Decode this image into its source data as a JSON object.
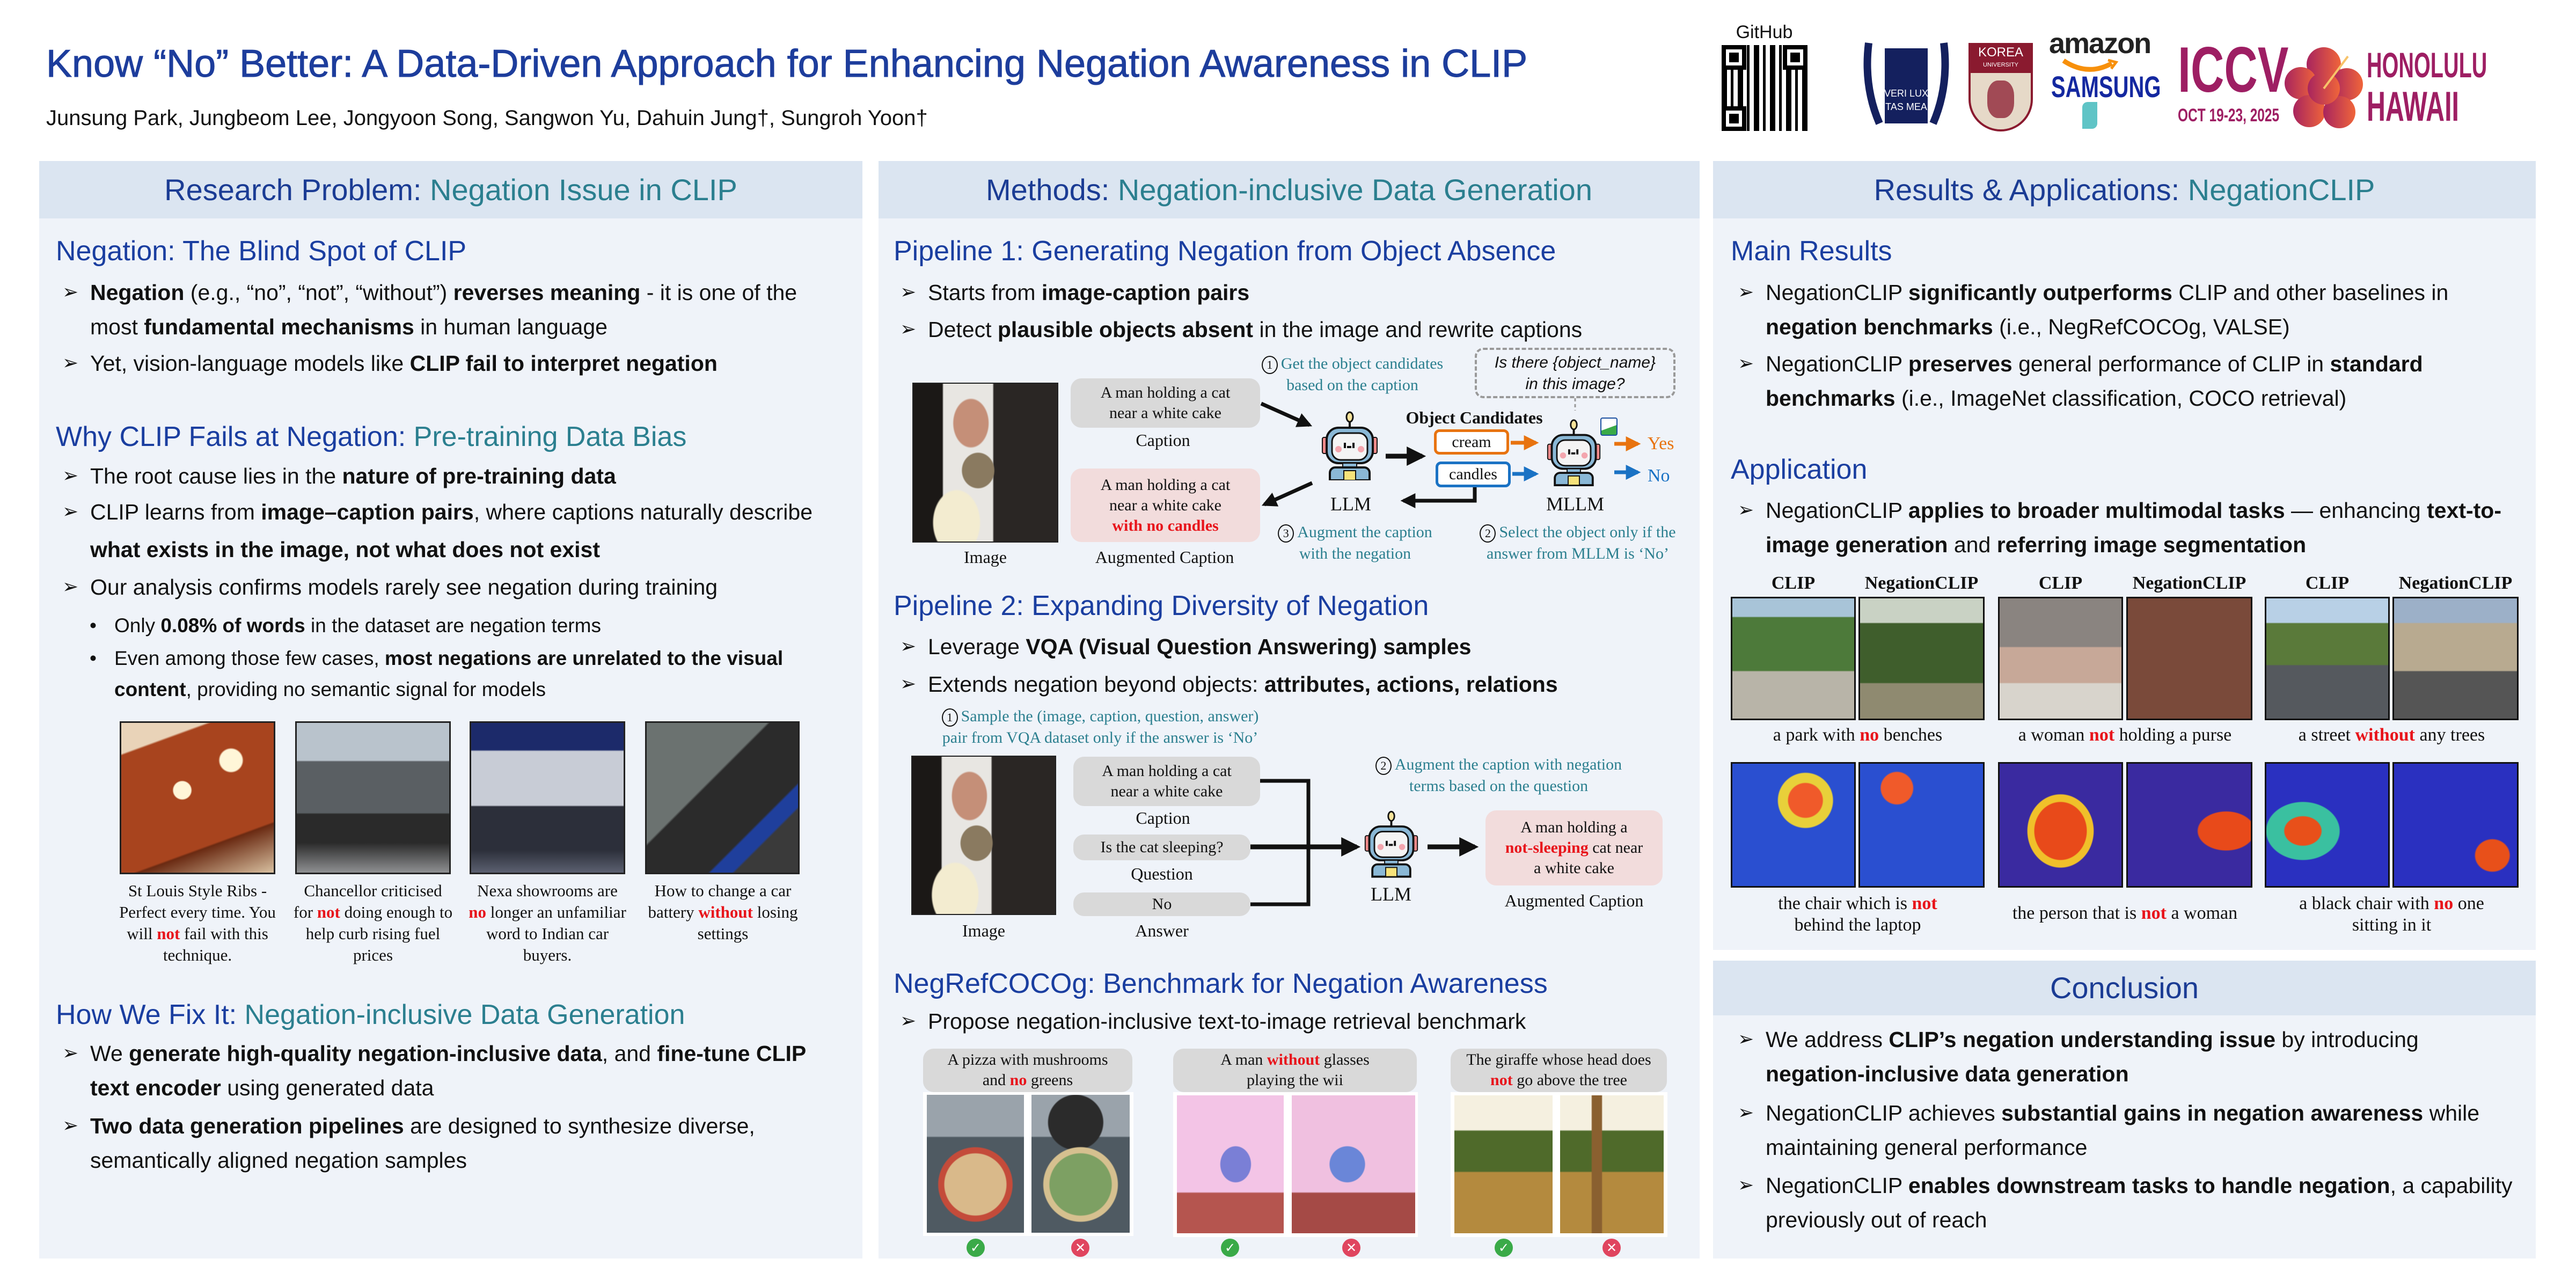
{
  "header": {
    "title": "Know “No” Better: A Data-Driven Approach for Enhancing Negation Awareness in CLIP",
    "authors": "Junsung Park, Jungbeom Lee, Jongyoon Song, Sangwon Yu, Dahuin Jung†, Sungroh Yoon†",
    "github_label": "GitHub",
    "logos": {
      "snu": "VERI LUX TAS MEA",
      "korea": "KOREA",
      "korea_sub": "UNIVERSITY",
      "amazon": "amazon",
      "samsung": "SAMSUNG",
      "iccv": "ICCV",
      "iccv_date": "OCT 19-23, 2025",
      "city": "HONOLULU",
      "state": "HAWAII"
    }
  },
  "colors": {
    "title_blue": "#1d3d9c",
    "teal": "#2b7f8f",
    "negation_red": "#e8141b",
    "panel_bg": "#eff3f9",
    "band_bg": "#dbe5f1",
    "check_green": "#3aaa48",
    "cross_red": "#e0455f",
    "cream_orange": "#e8730f",
    "candles_blue": "#1a72c4"
  },
  "col1": {
    "band": {
      "a": "Research Problem: ",
      "b": "Negation Issue in CLIP"
    },
    "s1": {
      "heading": "Negation: The Blind Spot of CLIP",
      "bullets": [
        [
          [
            "Negation",
            "b"
          ],
          [
            " (e.g., “no”, “not”, “without”) ",
            ""
          ],
          [
            "reverses meaning",
            "b"
          ],
          [
            " - it is one of the most ",
            ""
          ],
          [
            "fundamental mechanisms",
            "b"
          ],
          [
            " in human language",
            ""
          ]
        ],
        [
          [
            "Yet, vision-language models like ",
            ""
          ],
          [
            "CLIP fail to interpret negation",
            "b"
          ]
        ]
      ]
    },
    "s2": {
      "heading_a": "Why CLIP Fails at Negation: ",
      "heading_b": "Pre-training Data Bias",
      "bullets": [
        [
          [
            "The root cause lies in the ",
            ""
          ],
          [
            "nature of pre-training data",
            "b"
          ]
        ],
        [
          [
            "CLIP learns from ",
            ""
          ],
          [
            "image–caption pairs",
            "b"
          ],
          [
            ", where captions naturally describe ",
            ""
          ],
          [
            "what exists in the image, not what does not exist",
            "b"
          ]
        ],
        [
          [
            "Our analysis confirms models rarely see negation during training",
            ""
          ]
        ]
      ],
      "sub_bullets": [
        [
          [
            "Only ",
            ""
          ],
          [
            "0.08% of words",
            "b"
          ],
          [
            " in the dataset are negation terms",
            ""
          ]
        ],
        [
          [
            "Even among those few cases, ",
            ""
          ],
          [
            "most negations are unrelated to the visual content",
            "b"
          ],
          [
            ", providing no semantic signal for models",
            ""
          ]
        ]
      ],
      "examples": [
        [
          [
            "St Louis Style Ribs - Perfect every time. You will ",
            ""
          ],
          [
            "not",
            "r"
          ],
          [
            " fail with this technique.",
            ""
          ]
        ],
        [
          [
            "Chancellor criticised for ",
            ""
          ],
          [
            "not",
            "r"
          ],
          [
            " doing enough to help curb rising fuel prices",
            ""
          ]
        ],
        [
          [
            "Nexa showrooms are ",
            ""
          ],
          [
            "no",
            "r"
          ],
          [
            " longer an unfamiliar word to Indian car buyers.",
            ""
          ]
        ],
        [
          [
            "How to change a car battery ",
            ""
          ],
          [
            "without",
            "r"
          ],
          [
            " losing settings",
            ""
          ]
        ]
      ]
    },
    "s3": {
      "heading_a": "How We Fix It: ",
      "heading_b": "Negation-inclusive Data Generation",
      "bullets": [
        [
          [
            "We ",
            ""
          ],
          [
            "generate high-quality negation-inclusive data",
            "b"
          ],
          [
            ", and ",
            ""
          ],
          [
            "fine-tune CLIP text encoder",
            "b"
          ],
          [
            " using generated data",
            ""
          ]
        ],
        [
          [
            "Two data generation pipelines",
            "b"
          ],
          [
            " are designed to synthesize diverse, semantically aligned negation samples",
            ""
          ]
        ]
      ]
    }
  },
  "col2": {
    "band": {
      "a": "Methods: ",
      "b": "Negation-inclusive Data Generation"
    },
    "p1": {
      "heading": "Pipeline 1: Generating Negation from Object Absence",
      "bullets": [
        [
          [
            "Starts from ",
            ""
          ],
          [
            "image-caption pairs",
            "b"
          ]
        ],
        [
          [
            "Detect ",
            ""
          ],
          [
            "plausible objects absent",
            "b"
          ],
          [
            " in the image and rewrite captions",
            ""
          ]
        ]
      ],
      "diagram": {
        "image_label": "Image",
        "caption_lines": [
          "A man holding a cat",
          "near a white cake"
        ],
        "caption_label": "Caption",
        "aug_lines": [
          "A man holding a cat",
          "near a white cake"
        ],
        "aug_neg": "with no candles",
        "aug_label": "Augmented Caption",
        "step1_num": "1",
        "step1_lines": [
          "Get the object candidates",
          "based on the caption"
        ],
        "prompt_lines": [
          "Is there {object_name}",
          "in this image?"
        ],
        "candidates_label": "Object Candidates",
        "cand1": "cream",
        "cand2": "candles",
        "llm": "LLM",
        "mllm": "MLLM",
        "yes": "Yes",
        "no": "No",
        "step3_num": "3",
        "step3_lines": [
          "Augment the caption",
          "with the negation"
        ],
        "step2_num": "2",
        "step2_lines": [
          "Select the object only if the",
          "answer from MLLM is ‘No’"
        ]
      }
    },
    "p2": {
      "heading": "Pipeline 2: Expanding Diversity of Negation",
      "bullets": [
        [
          [
            "Leverage ",
            ""
          ],
          [
            "VQA (Visual Question Answering) samples",
            "b"
          ]
        ],
        [
          [
            "Extends negation beyond objects: ",
            ""
          ],
          [
            "attributes, actions, relations",
            "b"
          ]
        ]
      ],
      "diagram": {
        "step1_num": "1",
        "step1_lines": [
          "Sample the (image, caption, question, answer)",
          "pair from VQA dataset only if the answer is ‘No’"
        ],
        "caption_lines": [
          "A man holding a cat",
          "near a white cake"
        ],
        "caption_label": "Caption",
        "question": "Is the cat sleeping?",
        "question_label": "Question",
        "answer": "No",
        "answer_label": "Answer",
        "image_label": "Image",
        "step2_num": "2",
        "step2_lines": [
          "Augment the caption with negation",
          "terms based on the question"
        ],
        "llm": "LLM",
        "aug_line1": "A man holding a",
        "aug_neg": "not-sleeping",
        "aug_rest": " cat near",
        "aug_line3": "a white cake",
        "aug_label": "Augmented Caption"
      }
    },
    "p3": {
      "heading": "NegRefCOCOg: Benchmark for Negation Awareness",
      "bullets": [
        [
          [
            "Propose negation-inclusive text-to-image retrieval benchmark",
            ""
          ]
        ]
      ],
      "examples": [
        [
          [
            "A pizza with mushrooms and ",
            ""
          ],
          [
            "no",
            "r"
          ],
          [
            " greens",
            ""
          ]
        ],
        [
          [
            "A man ",
            ""
          ],
          [
            "without",
            "r"
          ],
          [
            " glasses playing the wii",
            ""
          ]
        ],
        [
          [
            "The giraffe whose head does ",
            ""
          ],
          [
            "not",
            "r"
          ],
          [
            " go above the tree",
            ""
          ]
        ]
      ]
    }
  },
  "col3": {
    "band": {
      "a": "Results & Applications: ",
      "b": "NegationCLIP"
    },
    "main": {
      "heading": "Main Results",
      "bullets": [
        [
          [
            "NegationCLIP ",
            ""
          ],
          [
            "significantly outperforms",
            "b"
          ],
          [
            " CLIP and other baselines in ",
            ""
          ],
          [
            "negation benchmarks",
            "b"
          ],
          [
            " (i.e., NegRefCOCOg, VALSE)",
            ""
          ]
        ],
        [
          [
            "NegationCLIP ",
            ""
          ],
          [
            "preserves",
            "b"
          ],
          [
            " general performance of CLIP in ",
            ""
          ],
          [
            "standard benchmarks",
            "b"
          ],
          [
            " (i.e., ImageNet classification, COCO retrieval)",
            ""
          ]
        ]
      ]
    },
    "app": {
      "heading": "Application",
      "bullets": [
        [
          [
            "NegationCLIP ",
            ""
          ],
          [
            "applies to broader multimodal tasks",
            "b"
          ],
          [
            " — enhancing ",
            ""
          ],
          [
            "text-to-image generation",
            "b"
          ],
          [
            " and ",
            ""
          ],
          [
            "referring image segmentation",
            "b"
          ]
        ]
      ],
      "col_clip": "CLIP",
      "col_neg": "NegationCLIP",
      "gen_captions": [
        [
          [
            "a park with ",
            ""
          ],
          [
            "no",
            "r"
          ],
          [
            " benches",
            ""
          ]
        ],
        [
          [
            "a woman ",
            ""
          ],
          [
            "not",
            "r"
          ],
          [
            " holding a purse",
            ""
          ]
        ],
        [
          [
            "a street ",
            ""
          ],
          [
            "without",
            "r"
          ],
          [
            " any trees",
            ""
          ]
        ]
      ],
      "seg_captions": [
        [
          [
            "the chair which is ",
            ""
          ],
          [
            "not",
            "r"
          ],
          [
            " behind the laptop",
            ""
          ]
        ],
        [
          [
            "the person that is ",
            ""
          ],
          [
            "not",
            "r"
          ],
          [
            " a woman",
            ""
          ]
        ],
        [
          [
            "a black chair with ",
            ""
          ],
          [
            "no",
            "r"
          ],
          [
            " one sitting in it",
            ""
          ]
        ]
      ]
    },
    "conclusion": {
      "band": "Conclusion",
      "bullets": [
        [
          [
            "We address ",
            ""
          ],
          [
            "CLIP’s negation understanding issue",
            "b"
          ],
          [
            " by introducing ",
            ""
          ],
          [
            "negation-inclusive data generation",
            "b"
          ]
        ],
        [
          [
            "NegationCLIP achieves ",
            ""
          ],
          [
            "substantial gains in negation awareness",
            "b"
          ],
          [
            " while maintaining general performance",
            ""
          ]
        ],
        [
          [
            "NegationCLIP ",
            ""
          ],
          [
            "enables downstream tasks to handle negation",
            "b"
          ],
          [
            ", a capability previously out of reach",
            ""
          ]
        ]
      ]
    }
  }
}
